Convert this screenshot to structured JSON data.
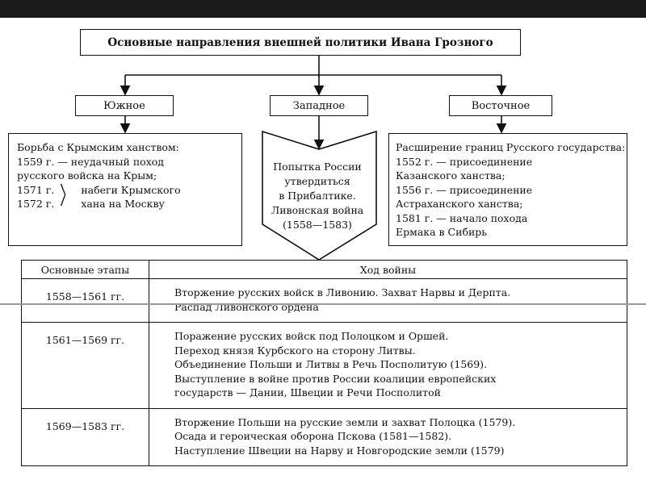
{
  "title": "Основные направления внешней политики Ивана Грозного",
  "directions": {
    "south": {
      "label": "Южное",
      "lines": [
        "Борьба с Крымским ханством:",
        "1559 г. — неудачный поход",
        "русского войска на Крым;"
      ],
      "brace_years": [
        "1571 г.",
        "1572 г."
      ],
      "brace_lines": [
        "набеги Крымского",
        "хана на Москву"
      ]
    },
    "west": {
      "label": "Западное",
      "lines": [
        "Попытка России",
        "утвердиться",
        "в Прибалтике.",
        "Ливонская война",
        "(1558—1583)"
      ]
    },
    "east": {
      "label": "Восточное",
      "lines": [
        "Расширение границ Русского государства:",
        "1552 г. — присоединение",
        "Казанского ханства;",
        "1556 г. — присоединение",
        "Астраханского ханства;",
        "1581 г. — начало похода",
        "Ермака в Сибирь"
      ]
    }
  },
  "table": {
    "headers": [
      "Основные этапы",
      "Ход войны"
    ],
    "rows": [
      {
        "period": "1558—1561 гг.",
        "events": [
          "Вторжение русских войск в Ливонию. Захват Нарвы и Дерпта.",
          "Распад Ливонского ордена"
        ]
      },
      {
        "period": "1561—1569 гг.",
        "events": [
          "Поражение русских войск под Полоцком и Оршей.",
          "Переход князя Курбского на сторону Литвы.",
          "Объединение Польши и Литвы в Речь Посполитую (1569).",
          "Выступление в войне против России коалиции европейских",
          "государств — Дании, Швеции и Речи Посполитой"
        ]
      },
      {
        "period": "1569—1583 гг.",
        "events": [
          "Вторжение Польши на русские земли и захват Полоцка (1579).",
          "Осада и героическая оборона Пскова (1581—1582).",
          "Наступление Швеции на Нарву и Новгородские земли (1579)"
        ]
      }
    ]
  }
}
